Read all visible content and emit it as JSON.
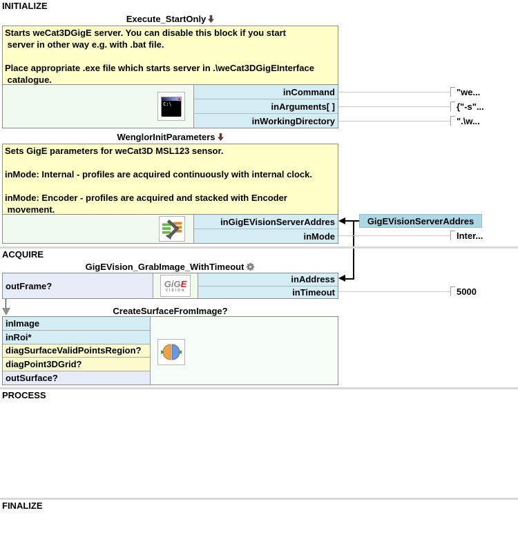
{
  "app": {
    "name": "dataflow-program-editor"
  },
  "colors": {
    "comment_bg": "#ffffc8",
    "input_port_bg": "#d4ecf4",
    "output_port_bg": "#e7ebf8",
    "diag_port_bg": "#fbfacd",
    "filter_body_bg": "#f1faf1",
    "label_box_bg": "#aed7e6",
    "wire_gray": "#c9c9c9",
    "wire_black": "#000000",
    "title_arrow": "#5b4138",
    "section_divider": "#d9d9d9"
  },
  "sections": {
    "initialize": "INITIALIZE",
    "acquire": "ACQUIRE",
    "process": "PROCESS",
    "finalize": "FINALIZE"
  },
  "execute_block": {
    "title": "Execute_StartOnly",
    "comment": "Starts weCat3DGigE server. You can disable this block if you start\n server in other way e.g. with .bat file.\n\nPlace appropriate .exe file which starts server in .\\weCat3DGigEInterface\n catalogue.",
    "ports": [
      "inCommand",
      "inArguments[ ]",
      "inWorkingDirectory"
    ],
    "values": [
      "\"we...",
      "{\"-s\"...",
      "\".\\w..."
    ],
    "icon": "console-terminal-icon",
    "icon_text": "C:\\"
  },
  "wenglor_block": {
    "title": "WenglorInitParameters",
    "comment": "Sets GigE parameters for weCat3D MSL123 sensor.\n\ninMode: Internal - profiles are acquired continuously with internal clock.\n\ninMode: Encoder - profiles are acquired and stacked with Encoder\n movement.",
    "ports": [
      "inGigEVisionServerAddres",
      "inMode"
    ],
    "server_label": "GigEVisionServerAddres",
    "mode_value": "Inter...",
    "icon": "macrofilter-icon"
  },
  "grab_block": {
    "title": "GigEVision_GrabImage_WithTimeout",
    "out_port": "outFrame?",
    "ports": [
      "inAddress",
      "inTimeout"
    ],
    "timeout_value": "5000",
    "icon": "gige-vision-logo-icon",
    "logo_main": "GiG",
    "logo_e": "E",
    "logo_sub": "VISION"
  },
  "surface_block": {
    "title": "CreateSurfaceFromImage?",
    "ports": [
      {
        "label": "inImage",
        "kind": "input"
      },
      {
        "label": "inRoi*",
        "kind": "input"
      },
      {
        "label": "diagSurfaceValidPointsRegion?",
        "kind": "diag"
      },
      {
        "label": "diagPoint3DGrid?",
        "kind": "diag"
      },
      {
        "label": "outSurface?",
        "kind": "output"
      }
    ],
    "icon": "create-surface-icon"
  }
}
